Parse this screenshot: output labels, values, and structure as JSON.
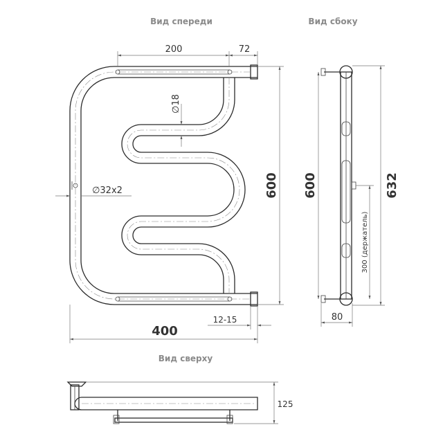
{
  "views": {
    "front": "Вид спереди",
    "side": "Вид сбоку",
    "top": "Вид сверху"
  },
  "dimensions": {
    "d200": "200",
    "d72": "72",
    "d18": "∅18",
    "d32x2": "∅32x2",
    "d600_front": "600",
    "d400": "400",
    "d12_15": "12-15",
    "d600_side": "600",
    "d632": "632",
    "d300": "300 (держатель)",
    "d80": "80",
    "d125": "125"
  }
}
